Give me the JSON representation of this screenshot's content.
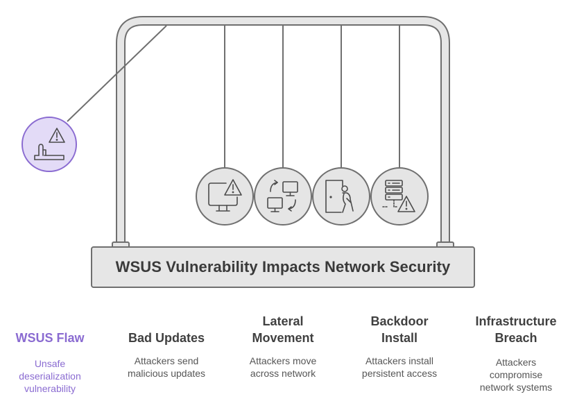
{
  "title": "WSUS Vulnerability Impacts Network Security",
  "colors": {
    "frame_fill": "#e6e6e6",
    "frame_stroke": "#6f6f6f",
    "ball_fill": "#e5e5e5",
    "accent_fill": "#e3dbf7",
    "accent_stroke": "#8a6bd1",
    "accent_text": "#8a6bd1",
    "text": "#404040"
  },
  "columns": [
    {
      "title_lines": [
        "WSUS Flaw"
      ],
      "desc_lines": [
        "Unsafe",
        "deserialization",
        "vulnerability"
      ],
      "icon": "warning-hand-icon",
      "accent": true
    },
    {
      "title_lines": [
        "Bad Updates"
      ],
      "desc_lines": [
        "Attackers send",
        "malicious updates"
      ],
      "icon": "monitor-warning-icon",
      "accent": false
    },
    {
      "title_lines": [
        "Lateral",
        "Movement"
      ],
      "desc_lines": [
        "Attackers move",
        "across network"
      ],
      "icon": "computers-transfer-icon",
      "accent": false
    },
    {
      "title_lines": [
        "Backdoor",
        "Install"
      ],
      "desc_lines": [
        "Attackers install",
        "persistent access"
      ],
      "icon": "door-intruder-icon",
      "accent": false
    },
    {
      "title_lines": [
        "Infrastructure",
        "Breach"
      ],
      "desc_lines": [
        "Attackers",
        "compromise",
        "network systems"
      ],
      "icon": "server-warning-icon",
      "accent": false
    }
  ]
}
